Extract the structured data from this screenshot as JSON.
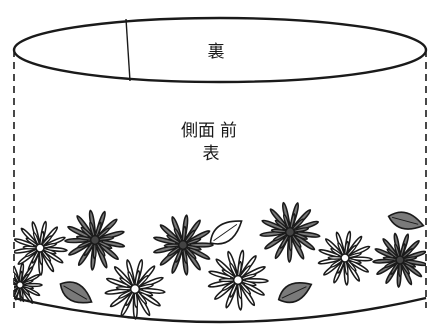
{
  "labels": {
    "top": "裏",
    "side": "側面",
    "front": "前",
    "outer": "表"
  },
  "colors": {
    "stroke": "#1a1a1a",
    "dark_fill": "#7a7a7a",
    "light_fill": "#ffffff"
  },
  "motifs": {
    "dark_flower": "dark-chrysanthemum-icon",
    "light_flower": "white-chrysanthemum-icon",
    "leaf": "leaf-icon"
  }
}
